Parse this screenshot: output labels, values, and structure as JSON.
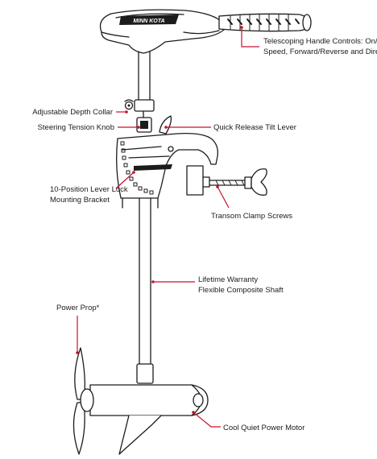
{
  "diagram": {
    "brand_text": "MINN KOTA",
    "accent_color": "#c8102e",
    "line_color": "#1c1c1c",
    "labels": {
      "handle": [
        "Telescoping Handle Controls: On/Off,",
        "Speed, Forward/Reverse and Directio"
      ],
      "depth_collar": "Adjustable Depth Collar",
      "steering_knob": "Steering Tension Knob",
      "tilt_lever": "Quick Release Tilt Lever",
      "bracket": [
        "10-Position Lever Lock",
        "Mounting Bracket"
      ],
      "transom": "Transom Clamp Screws",
      "shaft": [
        "Lifetime Warranty",
        "Flexible Composite Shaft"
      ],
      "prop": "Power Prop*",
      "motor": "Cool Quiet Power Motor"
    }
  }
}
